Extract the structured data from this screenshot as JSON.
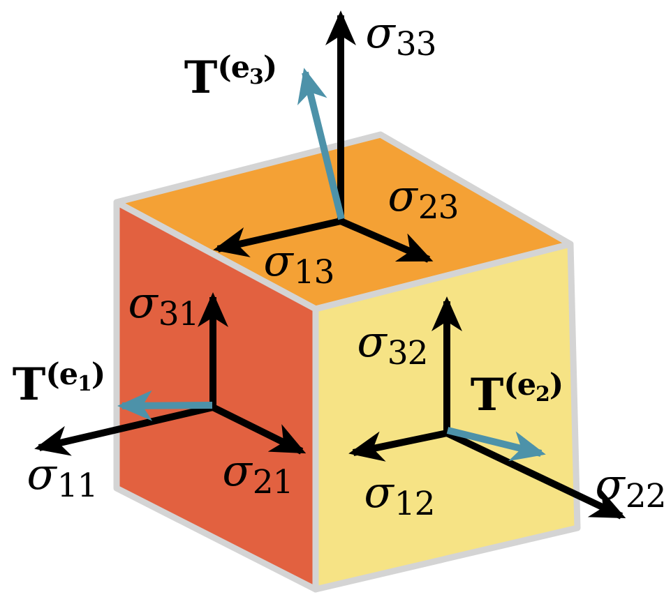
{
  "colors": {
    "background": "#FFFFFF",
    "top_face": "#F4A135",
    "left_face": "#E26140",
    "right_face": "#F6E385",
    "edge": "#D4D4D4",
    "stress_arrow": "#000000",
    "traction_arrow": "#4D92A9",
    "label_text": "#000000"
  },
  "labels": {
    "sigma33": {
      "base": "σ",
      "sub": "33"
    },
    "sigma23": {
      "base": "σ",
      "sub": "23"
    },
    "sigma13": {
      "base": "σ",
      "sub": "13"
    },
    "sigma31": {
      "base": "σ",
      "sub": "31"
    },
    "sigma11": {
      "base": "σ",
      "sub": "11"
    },
    "sigma21": {
      "base": "σ",
      "sub": "21"
    },
    "sigma32": {
      "base": "σ",
      "sub": "32"
    },
    "sigma12": {
      "base": "σ",
      "sub": "12"
    },
    "sigma22": {
      "base": "σ",
      "sub": "22"
    },
    "T1": {
      "base": "T",
      "open": "(",
      "vec": "e",
      "idx": "1",
      "close": ")"
    },
    "T2": {
      "base": "T",
      "open": "(",
      "vec": "e",
      "idx": "2",
      "close": ")"
    },
    "T3": {
      "base": "T",
      "open": "(",
      "vec": "e",
      "idx": "3",
      "close": ")"
    }
  }
}
